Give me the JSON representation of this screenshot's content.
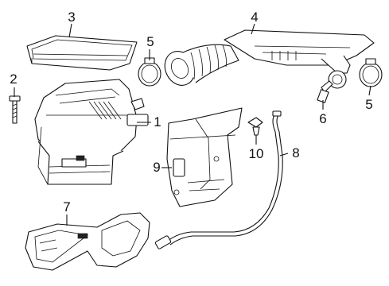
{
  "diagram": {
    "callouts": [
      {
        "id": "c1",
        "label": "1"
      },
      {
        "id": "c2",
        "label": "2"
      },
      {
        "id": "c3",
        "label": "3"
      },
      {
        "id": "c4",
        "label": "4"
      },
      {
        "id": "c5a",
        "label": "5"
      },
      {
        "id": "c5b",
        "label": "5"
      },
      {
        "id": "c6",
        "label": "6"
      },
      {
        "id": "c7",
        "label": "7"
      },
      {
        "id": "c8",
        "label": "8"
      },
      {
        "id": "c9",
        "label": "9"
      },
      {
        "id": "c10",
        "label": "10"
      }
    ]
  }
}
